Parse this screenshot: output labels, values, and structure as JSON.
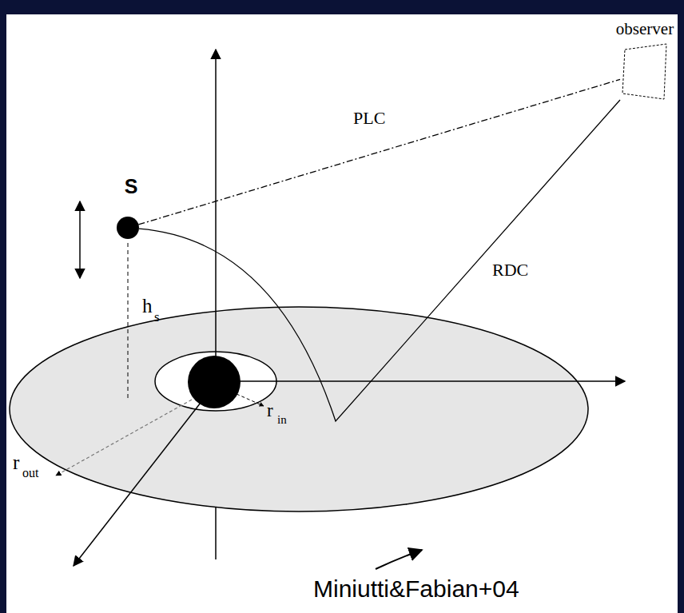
{
  "diagram": {
    "nodes": [
      {
        "text": [
          "observer"
        ]
      },
      {
        "text": [
          "S"
        ]
      }
    ],
    "edges": [
      {
        "from": 1,
        "to": 0,
        "label": "PLC",
        "arrow": "none"
      },
      {
        "from": 1,
        "to": 0,
        "label": "RDC",
        "arrow": "none"
      }
    ],
    "labels": [
      "h",
      "s",
      "r",
      "out",
      "r",
      "in",
      "Miniutti&Fabian+04"
    ]
  }
}
